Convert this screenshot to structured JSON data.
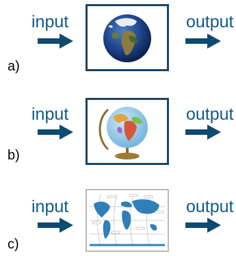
{
  "rows": [
    {
      "letter": "a)",
      "input_label": "input",
      "output_label": "output",
      "image": "earth-globe-photo"
    },
    {
      "letter": "b)",
      "input_label": "input",
      "output_label": "output",
      "image": "desk-globe-photo"
    },
    {
      "letter": "c)",
      "input_label": "input",
      "output_label": "output",
      "image": "world-map-photo"
    }
  ],
  "colors": {
    "text": "#0e5a8a",
    "arrow": "#0e4a72",
    "frame": "#1a4464"
  }
}
